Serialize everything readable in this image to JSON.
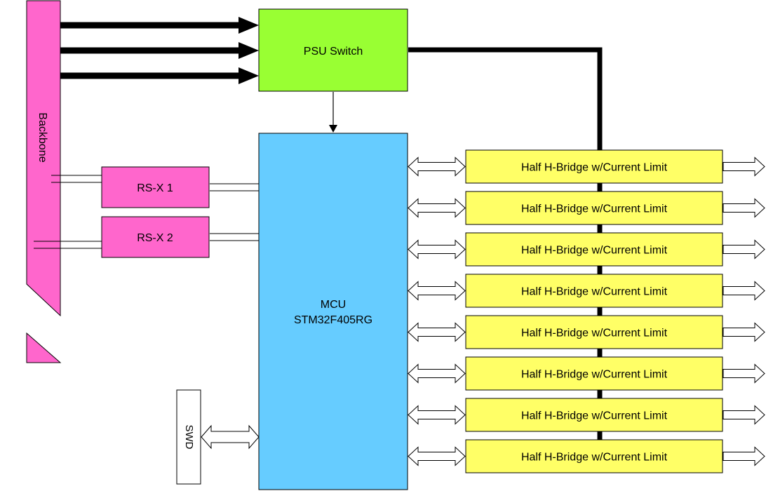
{
  "colors": {
    "backbone": "#ff66cc",
    "rs": "#ff66cc",
    "psu": "#99ff33",
    "mcu": "#66ccff",
    "bridge": "#ffff66",
    "swd": "#ffffff",
    "line": "#000000"
  },
  "backbone": {
    "label": "Backbone"
  },
  "psu": {
    "label": "PSU Switch"
  },
  "mcu": {
    "line1": "MCU",
    "line2": "STM32F405RG"
  },
  "rs": [
    {
      "label": "RS-X 1"
    },
    {
      "label": "RS-X 2"
    }
  ],
  "swd": {
    "label": "SWD"
  },
  "bridges": [
    {
      "label": "Half H-Bridge w/Current Limit"
    },
    {
      "label": "Half H-Bridge w/Current Limit"
    },
    {
      "label": "Half H-Bridge w/Current Limit"
    },
    {
      "label": "Half H-Bridge w/Current Limit"
    },
    {
      "label": "Half H-Bridge w/Current Limit"
    },
    {
      "label": "Half H-Bridge w/Current Limit"
    },
    {
      "label": "Half H-Bridge w/Current Limit"
    },
    {
      "label": "Half H-Bridge w/Current Limit"
    }
  ]
}
